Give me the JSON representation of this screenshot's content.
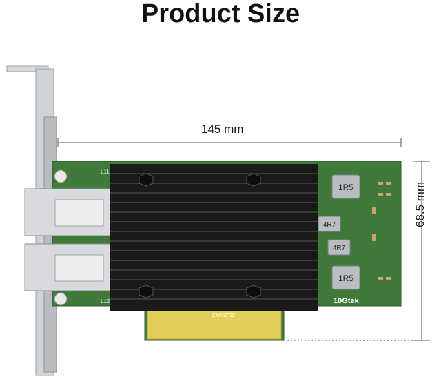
{
  "title": "Product Size",
  "dimensions": {
    "width_label": "145 mm",
    "height_label": "68.5 mm"
  },
  "card": {
    "brand": "10Gtek",
    "components": [
      "1R5",
      "4R7",
      "4R7",
      "1R5"
    ],
    "silk_labels": [
      "L11",
      "L12"
    ],
    "pcie_label": "EXPRESS"
  },
  "colors": {
    "pcb": "#3f7a3a",
    "heatsink": "#1a1a1a",
    "bracket": "#c9ccd0",
    "gold": "#e2cf5a"
  }
}
